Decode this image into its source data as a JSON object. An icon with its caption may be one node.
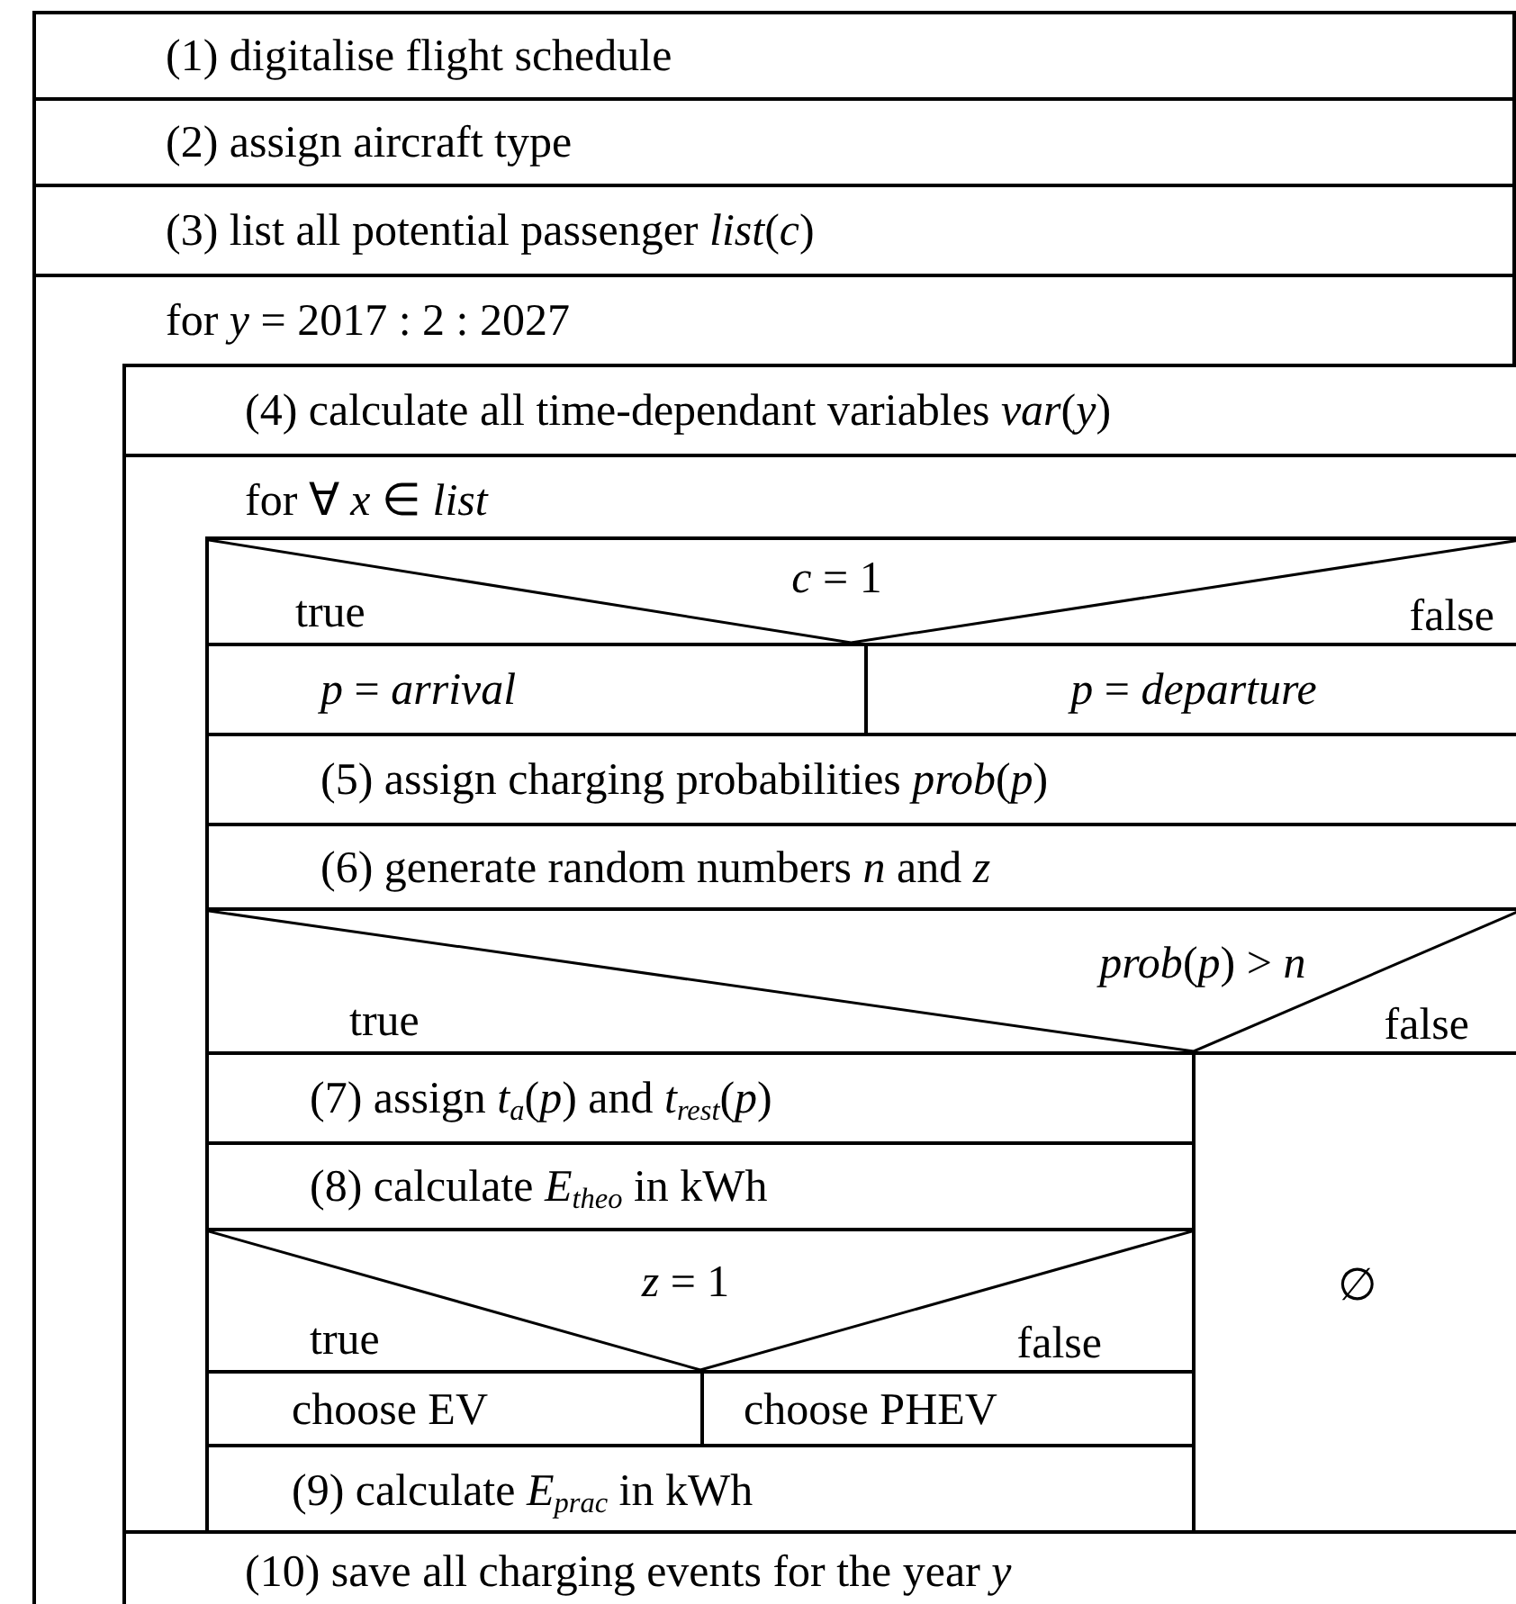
{
  "diagram": {
    "nodes": [
      {
        "text": [
          "(1) digitalise flight schedule"
        ]
      },
      {
        "text": [
          "(2) assign aircraft type"
        ]
      },
      {
        "text": [
          "(3) list all potential passenger *list*(*c*)"
        ]
      },
      {
        "text": [
          "for *y* = 2017 : 2 : 2027"
        ]
      },
      {
        "text": [
          "(4) calculate all time-dependant variables *var*(*y*)"
        ],
        "in": 3
      },
      {
        "text": [
          "for ∀ *x*  ∈ *list*"
        ],
        "in": 3
      },
      {
        "text": [
          "*c*  =  1",
          "true",
          "false"
        ],
        "in": 5
      },
      {
        "text": [
          "*p* = *arrival*"
        ],
        "in": 5
      },
      {
        "text": [
          "*p* = *departure*"
        ],
        "in": 5
      },
      {
        "text": [
          "(5) assign charging probabilities *prob*(*p*)"
        ],
        "in": 5
      },
      {
        "text": [
          "(6) generate random numbers *n* and *z*"
        ],
        "in": 5
      },
      {
        "text": [
          "*prob*(*p*)  >  *n*",
          "true",
          "false"
        ],
        "in": 5
      },
      {
        "text": [
          "(7) assign *t*$_{a}$(*p*) and *t*$_{rest}$(*p*)"
        ],
        "in": 5
      },
      {
        "text": [
          "(8) calculate *E*$_{theo}$ in kWh"
        ],
        "in": 5
      },
      {
        "text": [
          "*z*  =  1",
          "true",
          "false"
        ],
        "in": 5
      },
      {
        "text": [
          "choose EV"
        ],
        "in": 5
      },
      {
        "text": [
          "choose PHEV"
        ],
        "in": 5
      },
      {
        "text": [
          "(9) calculate *E*$_{prac}$ in kWh"
        ],
        "in": 5
      },
      {
        "text": [
          "∅"
        ],
        "in": 5
      },
      {
        "text": [
          "(10) save all charging events for the year *y*"
        ],
        "in": 3
      }
    ]
  }
}
